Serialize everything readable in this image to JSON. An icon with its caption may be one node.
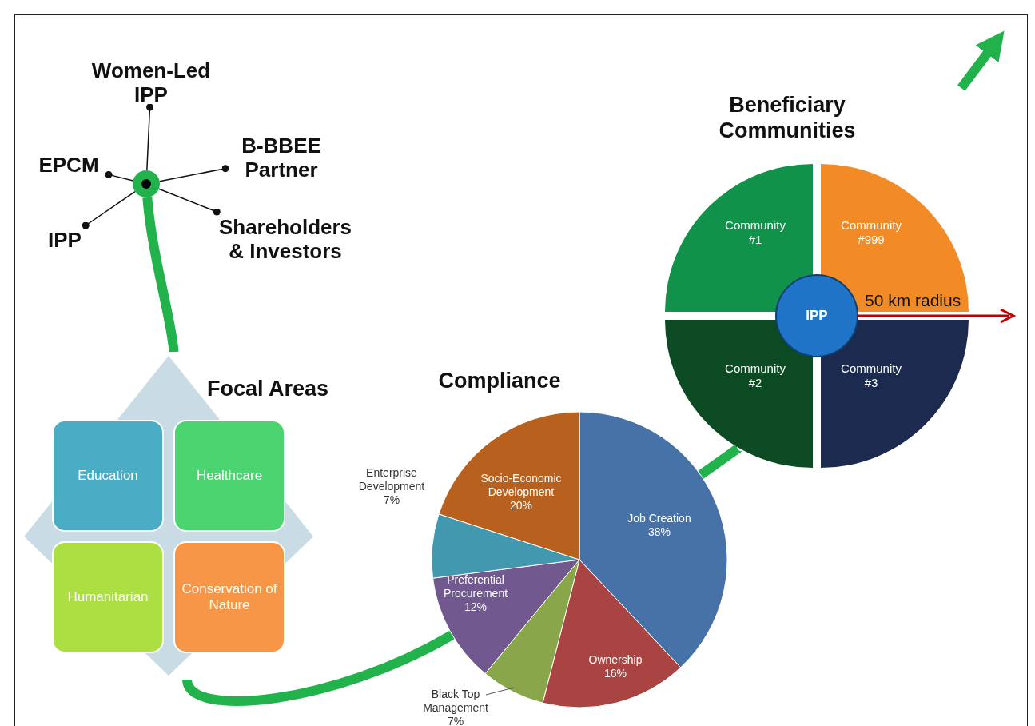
{
  "diagram": {
    "nodes": [
      {
        "text": [],
        "shape": "circle"
      },
      {
        "text": [
          "Women-Led IPP"
        ]
      },
      {
        "text": [
          "B-BBEE Partner"
        ]
      },
      {
        "text": [
          "EPCM"
        ]
      },
      {
        "text": [
          "Shareholders & Investors"
        ]
      },
      {
        "text": [
          "IPP"
        ]
      },
      {
        "text": [
          "Focal Areas"
        ]
      },
      {
        "text": [
          "Education"
        ],
        "in": 6
      },
      {
        "text": [
          "Healthcare"
        ],
        "in": 6
      },
      {
        "text": [
          "Humanitarian"
        ],
        "in": 6
      },
      {
        "text": [
          "Conservation of Nature"
        ],
        "in": 6
      },
      {
        "text": [
          "Compliance"
        ]
      },
      {
        "text": [
          "Beneficiary Communities"
        ]
      },
      {
        "text": [
          "Community #1"
        ],
        "in": 12
      },
      {
        "text": [
          "Community #999"
        ],
        "in": 12
      },
      {
        "text": [
          "IPP"
        ],
        "in": 12
      },
      {
        "text": [
          "Community #2"
        ],
        "in": 12
      },
      {
        "text": [
          "Community #3"
        ],
        "in": 12
      }
    ],
    "edges": [
      {
        "from": 0,
        "to": 1,
        "arrow": "other"
      },
      {
        "from": 0,
        "to": 2,
        "arrow": "other"
      },
      {
        "from": 0,
        "to": 3,
        "arrow": "other"
      },
      {
        "from": 0,
        "to": 4,
        "arrow": "other"
      },
      {
        "from": 0,
        "to": 5,
        "arrow": "other"
      },
      {
        "from": 0,
        "to": 6,
        "arrow": "none",
        "style": "thick",
        "color": "#22b24c"
      },
      {
        "from": 6,
        "to": 11,
        "arrow": "none",
        "style": "thick",
        "color": "#22b24c"
      },
      {
        "from": 11,
        "to": 12,
        "arrow": "none",
        "style": "thick",
        "color": "#22b24c"
      },
      {
        "from": 12,
        "to": null,
        "arrow": "to",
        "style": "thick",
        "color": "#22b24c"
      }
    ],
    "labels": [
      "50 km radius"
    ],
    "chart_data": {
      "type": "pie",
      "categories": [
        "Job Creation",
        "Ownership",
        "Black Top Management",
        "Preferential Procurement",
        "Enterprise Development",
        "Socio-Economic Development"
      ],
      "values": [
        38,
        16,
        7,
        12,
        7,
        20
      ],
      "value_labels": [
        "38%",
        "16%",
        "7%",
        "12%",
        "7%",
        "20%"
      ]
    }
  }
}
